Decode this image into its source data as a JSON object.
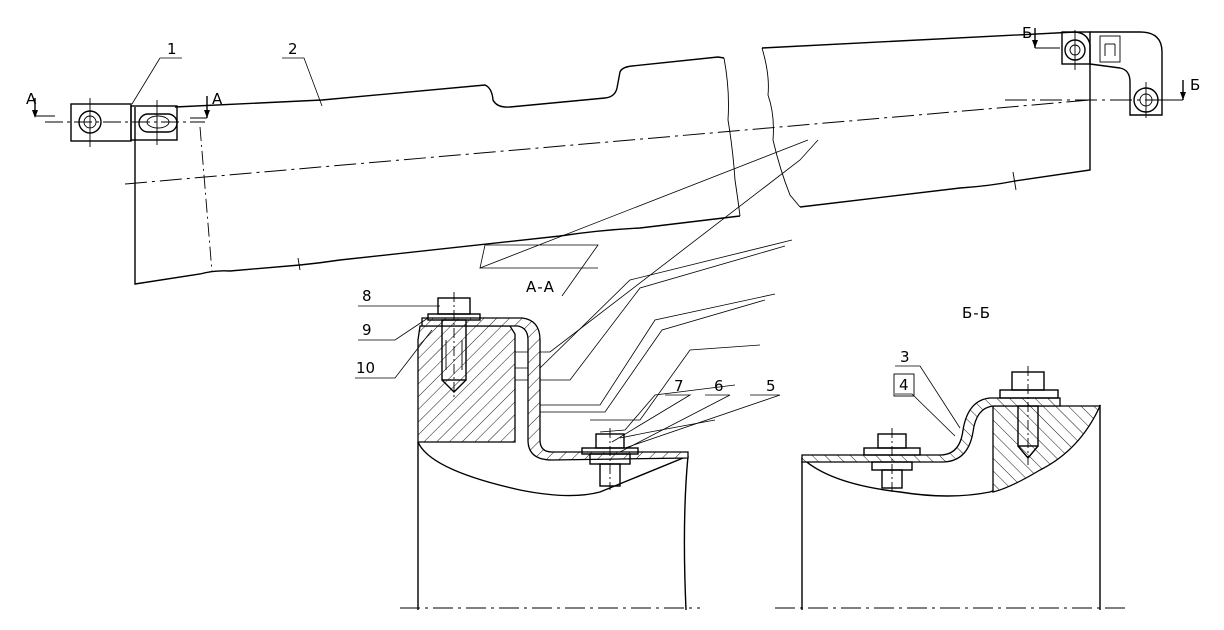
{
  "callouts": {
    "c1": "1",
    "c2": "2",
    "c3": "3",
    "c4": "4",
    "c5": "5",
    "c6": "6",
    "c7": "7",
    "c8": "8",
    "c9": "9",
    "c10": "10"
  },
  "section_marks": {
    "a_left": "A",
    "a_right": "A",
    "b_top": "Б",
    "b_right": "Б"
  },
  "section_titles": {
    "aa": "А-А",
    "bb": "Б-Б"
  }
}
